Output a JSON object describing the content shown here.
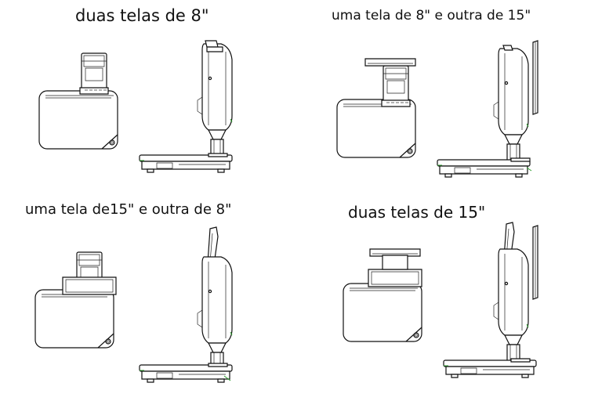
{
  "captions": [
    "duas telas de 8\"",
    "uma tela de  8\" e outra de 15\"",
    "uma tela de15\" e outra de 8\"",
    "duas telas de 15\""
  ],
  "colors": {
    "line": "#111111",
    "accent": "#2e9e2e",
    "background": "#ffffff"
  }
}
